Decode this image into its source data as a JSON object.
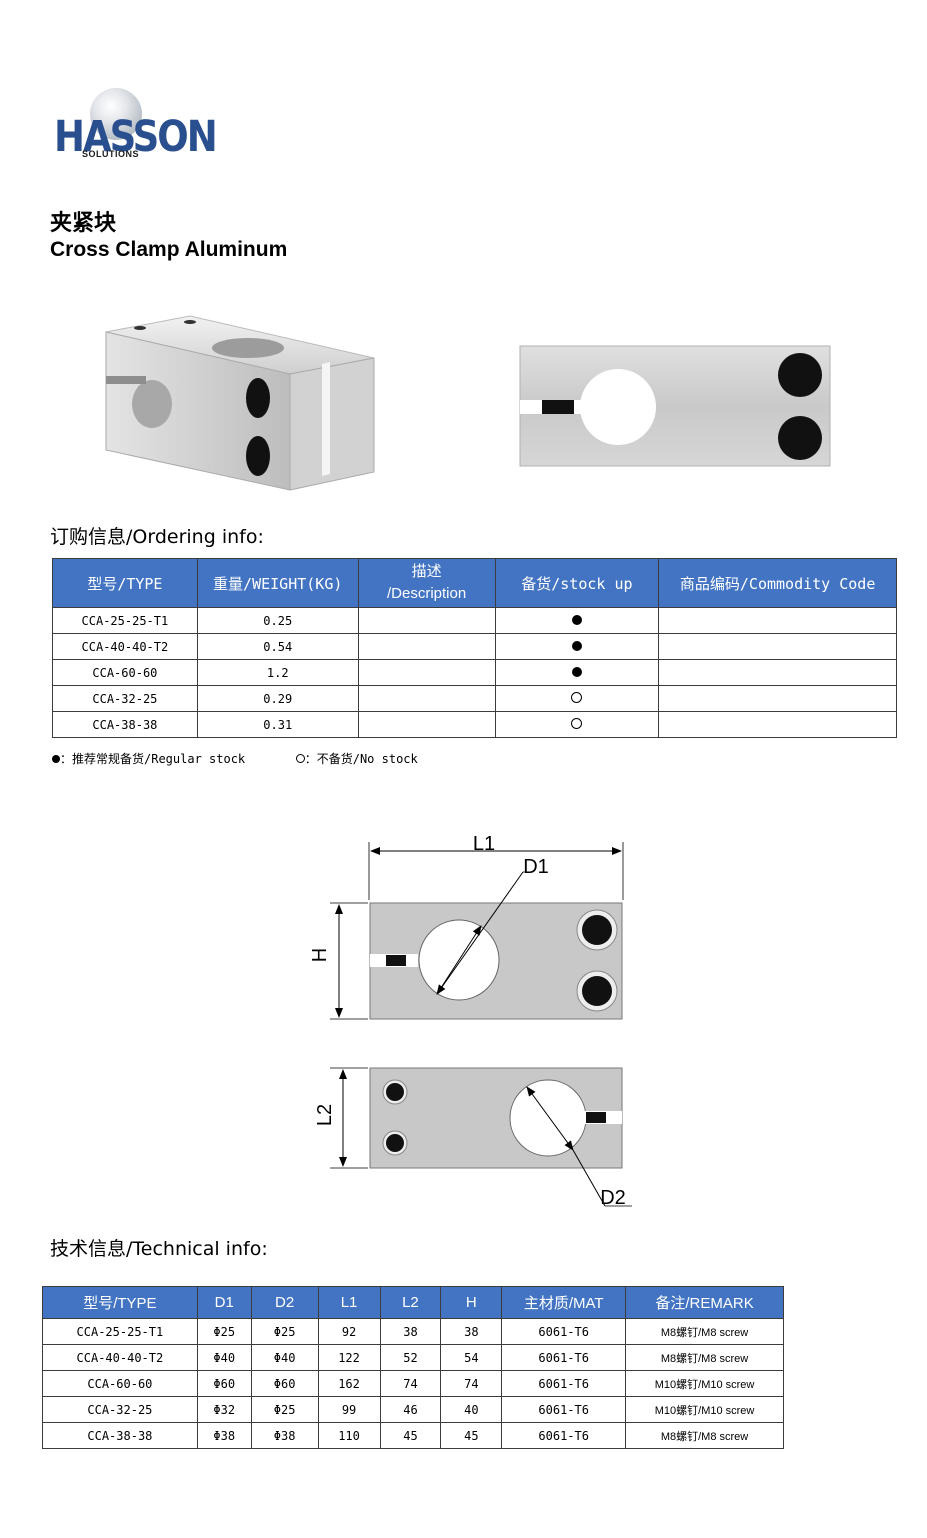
{
  "logo": {
    "brand": "HASSON",
    "tagline": "SOLUTIONS"
  },
  "title": {
    "cn": "夹紧块",
    "en": "Cross Clamp Aluminum"
  },
  "ordering": {
    "heading": "订购信息/Ordering info:",
    "headers": {
      "type": "型号/TYPE",
      "weight": "重量/WEIGHT(KG)",
      "desc_line1": "描述",
      "desc_line2": "/Description",
      "stock": "备货/stock up",
      "code": "商品编码/Commodity Code"
    },
    "rows": [
      {
        "type": "CCA-25-25-T1",
        "weight": "0.25",
        "description": "",
        "stock": "filled",
        "code": ""
      },
      {
        "type": "CCA-40-40-T2",
        "weight": "0.54",
        "description": "",
        "stock": "filled",
        "code": ""
      },
      {
        "type": "CCA-60-60",
        "weight": "1.2",
        "description": "",
        "stock": "filled",
        "code": ""
      },
      {
        "type": "CCA-32-25",
        "weight": "0.29",
        "description": "",
        "stock": "open",
        "code": ""
      },
      {
        "type": "CCA-38-38",
        "weight": "0.31",
        "description": "",
        "stock": "open",
        "code": ""
      }
    ],
    "legend": {
      "regular": "：推荐常规备货/Regular stock",
      "none": "：不备货/No stock"
    }
  },
  "drawing": {
    "L1": "L1",
    "D1": "D1",
    "H": "H",
    "L2": "L2",
    "D2": "D2"
  },
  "technical": {
    "heading": "技术信息/Technical info:",
    "headers": [
      "型号/TYPE",
      "D1",
      "D2",
      "L1",
      "L2",
      "H",
      "主材质/MAT",
      "备注/REMARK"
    ],
    "rows": [
      [
        "CCA-25-25-T1",
        "Φ25",
        "Φ25",
        "92",
        "38",
        "38",
        "6061-T6",
        "M8螺钉/M8 screw"
      ],
      [
        "CCA-40-40-T2",
        "Φ40",
        "Φ40",
        "122",
        "52",
        "54",
        "6061-T6",
        "M8螺钉/M8 screw"
      ],
      [
        "CCA-60-60",
        "Φ60",
        "Φ60",
        "162",
        "74",
        "74",
        "6061-T6",
        "M10螺钉/M10 screw"
      ],
      [
        "CCA-32-25",
        "Φ32",
        "Φ25",
        "99",
        "46",
        "40",
        "6061-T6",
        "M10螺钉/M10 screw"
      ],
      [
        "CCA-38-38",
        "Φ38",
        "Φ38",
        "110",
        "45",
        "45",
        "6061-T6",
        "M8螺钉/M8 screw"
      ]
    ]
  },
  "colors": {
    "header_blue": "#4374c3",
    "logo_blue": "#2a4f8f",
    "metal_gray": "#c8c8c8"
  }
}
